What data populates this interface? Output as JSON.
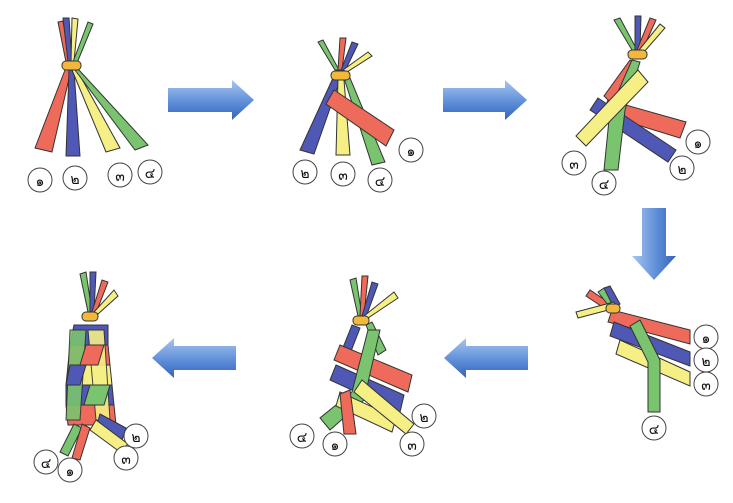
{
  "colors": {
    "red": "#ee6b5b",
    "blue": "#4f58b4",
    "yellow": "#f5ef86",
    "green": "#7ac46f",
    "knot": "#f2b83b",
    "arrow_light": "#8fb4ea",
    "arrow_dark": "#3d6fc8",
    "outline": "#333333"
  },
  "arrows": [
    "arrow-right",
    "arrow-right",
    "arrow-down",
    "arrow-left",
    "arrow-left"
  ],
  "steps": [
    {
      "labels": [
        "๑",
        "๒",
        "๓",
        "๔"
      ]
    },
    {
      "labels": [
        "๒",
        "๓",
        "๔",
        "๑"
      ]
    },
    {
      "labels": [
        "๓",
        "๔",
        "๒",
        "๑"
      ]
    },
    {
      "labels": [
        "๑",
        "๒",
        "๓",
        "๔"
      ]
    },
    {
      "labels": [
        "๔",
        "๑",
        "๓",
        "๒"
      ]
    },
    {
      "labels": [
        "๔",
        "๑",
        "๓",
        "๒"
      ]
    }
  ]
}
